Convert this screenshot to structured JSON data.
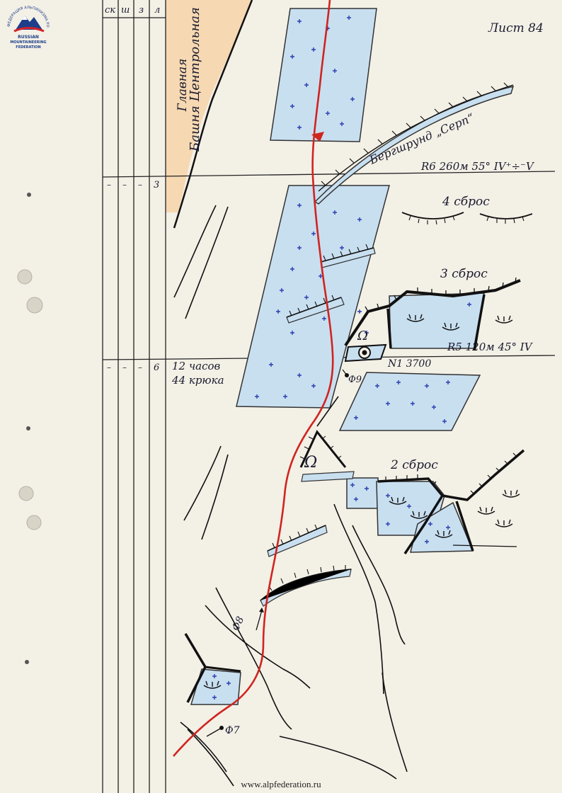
{
  "logo": {
    "arc_text": "ФЕДЕРАЦИЯ АЛЬПИНИЗМА РОССИИ",
    "line1": "RUSSIAN",
    "line2": "MOUNTAINEERING",
    "line3": "FEDERATION",
    "colors": {
      "blue": "#1d3e8a",
      "red": "#d2232a"
    }
  },
  "sheet_label": "Лист 84",
  "table": {
    "headers": [
      "ск",
      "ш",
      "з",
      "л"
    ],
    "rows": [
      {
        "c1": "–",
        "c2": "–",
        "c3": "–",
        "c4": "3"
      },
      {
        "c1": "–",
        "c2": "–",
        "c3": "–",
        "c4": "6"
      }
    ]
  },
  "tower_label_1": "Главная",
  "tower_label_2": "Башня Центрольная",
  "bergschrund_label": "Бергшрунд „Серп“",
  "pitch_r6": "R6 260м 55° IV⁺÷⁻V",
  "pitch_r5": "R5 120м 45° IV",
  "drop_4": "4 сброс",
  "drop_3": "3 сброс",
  "drop_2": "2 сброс",
  "time_text": "12 часов",
  "pitons_text": "44 крюка",
  "camp_label": "N1 3700",
  "photo_9": "Ф9",
  "photo_8": "Ф8",
  "photo_7": "Ф7",
  "bivouac_symbol": "Ω",
  "footer_url": "www.alpfederation.ru",
  "colors": {
    "paper": "#f3f0e6",
    "ink": "#111111",
    "route": "#d0241f",
    "ice": "#c8dff0",
    "snow_mark": "#2a3fb0",
    "tower": "#f6d3a8"
  }
}
